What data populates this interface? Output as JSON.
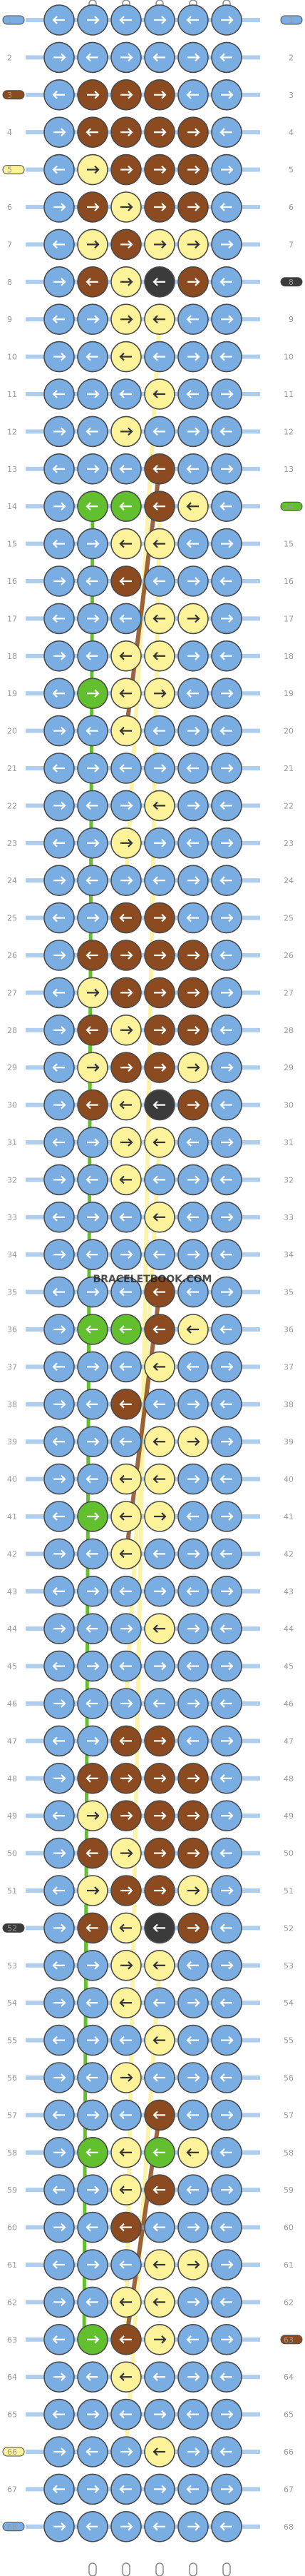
{
  "watermark": "BRACELETBOOK.COM",
  "colors": {
    "blue": "#7aaee2",
    "cream": "#fbf29a",
    "brown": "#8b4a1f",
    "green": "#62c02e",
    "dark": "#3b3b3b",
    "outline": "#4a4a4a"
  },
  "rows": {
    "first": 1,
    "last": 68
  },
  "left_strands": [
    {
      "row": 1,
      "color": "blue"
    },
    {
      "row": 3,
      "color": "brown"
    },
    {
      "row": 5,
      "color": "cream"
    },
    {
      "row": 52,
      "color": "dark"
    },
    {
      "row": 66,
      "color": "cream"
    },
    {
      "row": 68,
      "color": "blue"
    }
  ],
  "right_strands": [
    {
      "row": 1,
      "color": "blue"
    },
    {
      "row": 8,
      "color": "dark"
    },
    {
      "row": 14,
      "color": "green"
    },
    {
      "row": 63,
      "color": "brown"
    }
  ],
  "knot_overrides": [
    {
      "row": 3,
      "col": 2,
      "color": "brown",
      "dir": "right"
    },
    {
      "row": 3,
      "col": 3,
      "color": "brown",
      "dir": "right"
    },
    {
      "row": 3,
      "col": 4,
      "color": "brown",
      "dir": "right"
    },
    {
      "row": 4,
      "col": 2,
      "color": "brown",
      "dir": "left"
    },
    {
      "row": 4,
      "col": 3,
      "color": "brown",
      "dir": "right"
    },
    {
      "row": 4,
      "col": 4,
      "color": "brown",
      "dir": "right"
    },
    {
      "row": 4,
      "col": 5,
      "color": "brown",
      "dir": "right"
    },
    {
      "row": 5,
      "col": 2,
      "color": "cream",
      "dir": "right"
    },
    {
      "row": 5,
      "col": 3,
      "color": "brown",
      "dir": "right"
    },
    {
      "row": 5,
      "col": 4,
      "color": "brown",
      "dir": "right"
    },
    {
      "row": 5,
      "col": 5,
      "color": "brown",
      "dir": "right"
    },
    {
      "row": 6,
      "col": 2,
      "color": "brown",
      "dir": "right"
    },
    {
      "row": 6,
      "col": 3,
      "color": "cream",
      "dir": "right"
    },
    {
      "row": 6,
      "col": 4,
      "color": "brown",
      "dir": "right"
    },
    {
      "row": 6,
      "col": 5,
      "color": "brown",
      "dir": "right"
    },
    {
      "row": 7,
      "col": 2,
      "color": "cream",
      "dir": "right"
    },
    {
      "row": 7,
      "col": 3,
      "color": "brown",
      "dir": "right"
    },
    {
      "row": 7,
      "col": 4,
      "color": "cream",
      "dir": "right"
    },
    {
      "row": 7,
      "col": 5,
      "color": "cream",
      "dir": "right"
    },
    {
      "row": 8,
      "col": 2,
      "color": "brown",
      "dir": "left"
    },
    {
      "row": 8,
      "col": 3,
      "color": "cream",
      "dir": "right"
    },
    {
      "row": 8,
      "col": 4,
      "color": "dark",
      "dir": "left"
    },
    {
      "row": 8,
      "col": 5,
      "color": "brown",
      "dir": "right"
    },
    {
      "row": 9,
      "col": 3,
      "color": "cream",
      "dir": "right"
    },
    {
      "row": 9,
      "col": 4,
      "color": "cream",
      "dir": "left"
    },
    {
      "row": 10,
      "col": 3,
      "color": "cream",
      "dir": "left"
    },
    {
      "row": 11,
      "col": 4,
      "color": "cream",
      "dir": "left"
    },
    {
      "row": 12,
      "col": 3,
      "color": "cream",
      "dir": "right"
    },
    {
      "row": 13,
      "col": 4,
      "color": "brown",
      "dir": "left"
    },
    {
      "row": 14,
      "col": 2,
      "color": "green",
      "dir": "left"
    },
    {
      "row": 14,
      "col": 3,
      "color": "green",
      "dir": "left"
    },
    {
      "row": 14,
      "col": 4,
      "color": "brown",
      "dir": "left"
    },
    {
      "row": 14,
      "col": 5,
      "color": "cream",
      "dir": "left"
    },
    {
      "row": 15,
      "col": 3,
      "color": "cream",
      "dir": "left"
    },
    {
      "row": 15,
      "col": 4,
      "color": "cream",
      "dir": "left"
    },
    {
      "row": 16,
      "col": 3,
      "color": "brown",
      "dir": "left"
    },
    {
      "row": 17,
      "col": 4,
      "color": "cream",
      "dir": "left"
    },
    {
      "row": 17,
      "col": 5,
      "color": "cream",
      "dir": "right"
    },
    {
      "row": 18,
      "col": 3,
      "color": "cream",
      "dir": "left"
    },
    {
      "row": 18,
      "col": 4,
      "color": "cream",
      "dir": "left"
    },
    {
      "row": 19,
      "col": 2,
      "color": "green",
      "dir": "right"
    },
    {
      "row": 19,
      "col": 3,
      "color": "cream",
      "dir": "left"
    },
    {
      "row": 19,
      "col": 4,
      "color": "cream",
      "dir": "right"
    },
    {
      "row": 20,
      "col": 3,
      "color": "cream",
      "dir": "left"
    },
    {
      "row": 22,
      "col": 4,
      "color": "cream",
      "dir": "left"
    },
    {
      "row": 23,
      "col": 3,
      "color": "cream",
      "dir": "right"
    },
    {
      "row": 25,
      "col": 3,
      "color": "brown",
      "dir": "left"
    },
    {
      "row": 25,
      "col": 4,
      "color": "brown",
      "dir": "right"
    },
    {
      "row": 26,
      "col": 2,
      "color": "brown",
      "dir": "left"
    },
    {
      "row": 26,
      "col": 3,
      "color": "brown",
      "dir": "right"
    },
    {
      "row": 26,
      "col": 4,
      "color": "brown",
      "dir": "right"
    },
    {
      "row": 26,
      "col": 5,
      "color": "brown",
      "dir": "right"
    },
    {
      "row": 27,
      "col": 2,
      "color": "cream",
      "dir": "right"
    },
    {
      "row": 27,
      "col": 3,
      "color": "brown",
      "dir": "right"
    },
    {
      "row": 27,
      "col": 4,
      "color": "brown",
      "dir": "right"
    },
    {
      "row": 27,
      "col": 5,
      "color": "brown",
      "dir": "right"
    },
    {
      "row": 28,
      "col": 2,
      "color": "brown",
      "dir": "left"
    },
    {
      "row": 28,
      "col": 3,
      "color": "cream",
      "dir": "right"
    },
    {
      "row": 28,
      "col": 4,
      "color": "brown",
      "dir": "right"
    },
    {
      "row": 28,
      "col": 5,
      "color": "brown",
      "dir": "right"
    },
    {
      "row": 29,
      "col": 2,
      "color": "cream",
      "dir": "right"
    },
    {
      "row": 29,
      "col": 3,
      "color": "brown",
      "dir": "right"
    },
    {
      "row": 29,
      "col": 4,
      "color": "brown",
      "dir": "right"
    },
    {
      "row": 29,
      "col": 5,
      "color": "cream",
      "dir": "right"
    },
    {
      "row": 30,
      "col": 2,
      "color": "brown",
      "dir": "left"
    },
    {
      "row": 30,
      "col": 3,
      "color": "cream",
      "dir": "left"
    },
    {
      "row": 30,
      "col": 4,
      "color": "dark",
      "dir": "left"
    },
    {
      "row": 30,
      "col": 5,
      "color": "brown",
      "dir": "right"
    },
    {
      "row": 31,
      "col": 3,
      "color": "cream",
      "dir": "right"
    },
    {
      "row": 31,
      "col": 4,
      "color": "cream",
      "dir": "left"
    },
    {
      "row": 32,
      "col": 3,
      "color": "cream",
      "dir": "left"
    },
    {
      "row": 33,
      "col": 4,
      "color": "cream",
      "dir": "left"
    },
    {
      "row": 35,
      "col": 4,
      "color": "brown",
      "dir": "left"
    },
    {
      "row": 36,
      "col": 2,
      "color": "green",
      "dir": "left"
    },
    {
      "row": 36,
      "col": 3,
      "color": "green",
      "dir": "left"
    },
    {
      "row": 36,
      "col": 4,
      "color": "brown",
      "dir": "left"
    },
    {
      "row": 36,
      "col": 5,
      "color": "cream",
      "dir": "left"
    },
    {
      "row": 37,
      "col": 4,
      "color": "cream",
      "dir": "left"
    },
    {
      "row": 38,
      "col": 3,
      "color": "brown",
      "dir": "left"
    },
    {
      "row": 39,
      "col": 4,
      "color": "cream",
      "dir": "left"
    },
    {
      "row": 39,
      "col": 5,
      "color": "cream",
      "dir": "right"
    },
    {
      "row": 40,
      "col": 3,
      "color": "cream",
      "dir": "left"
    },
    {
      "row": 40,
      "col": 4,
      "color": "cream",
      "dir": "left"
    },
    {
      "row": 41,
      "col": 2,
      "color": "green",
      "dir": "right"
    },
    {
      "row": 41,
      "col": 3,
      "color": "cream",
      "dir": "left"
    },
    {
      "row": 41,
      "col": 4,
      "color": "cream",
      "dir": "right"
    },
    {
      "row": 42,
      "col": 3,
      "color": "cream",
      "dir": "left"
    },
    {
      "row": 44,
      "col": 4,
      "color": "cream",
      "dir": "left"
    },
    {
      "row": 47,
      "col": 3,
      "color": "brown",
      "dir": "left"
    },
    {
      "row": 47,
      "col": 4,
      "color": "brown",
      "dir": "right"
    },
    {
      "row": 48,
      "col": 2,
      "color": "brown",
      "dir": "left"
    },
    {
      "row": 48,
      "col": 3,
      "color": "brown",
      "dir": "right"
    },
    {
      "row": 48,
      "col": 4,
      "color": "brown",
      "dir": "right"
    },
    {
      "row": 48,
      "col": 5,
      "color": "brown",
      "dir": "right"
    },
    {
      "row": 49,
      "col": 2,
      "color": "cream",
      "dir": "right"
    },
    {
      "row": 49,
      "col": 3,
      "color": "brown",
      "dir": "right"
    },
    {
      "row": 49,
      "col": 4,
      "color": "brown",
      "dir": "right"
    },
    {
      "row": 49,
      "col": 5,
      "color": "brown",
      "dir": "right"
    },
    {
      "row": 50,
      "col": 2,
      "color": "brown",
      "dir": "left"
    },
    {
      "row": 50,
      "col": 3,
      "color": "cream",
      "dir": "right"
    },
    {
      "row": 50,
      "col": 4,
      "color": "brown",
      "dir": "right"
    },
    {
      "row": 50,
      "col": 5,
      "color": "brown",
      "dir": "right"
    },
    {
      "row": 51,
      "col": 2,
      "color": "cream",
      "dir": "right"
    },
    {
      "row": 51,
      "col": 3,
      "color": "brown",
      "dir": "right"
    },
    {
      "row": 51,
      "col": 4,
      "color": "brown",
      "dir": "right"
    },
    {
      "row": 51,
      "col": 5,
      "color": "cream",
      "dir": "right"
    },
    {
      "row": 52,
      "col": 2,
      "color": "brown",
      "dir": "left"
    },
    {
      "row": 52,
      "col": 3,
      "color": "cream",
      "dir": "left"
    },
    {
      "row": 52,
      "col": 4,
      "color": "dark",
      "dir": "left"
    },
    {
      "row": 52,
      "col": 5,
      "color": "brown",
      "dir": "right"
    },
    {
      "row": 53,
      "col": 3,
      "color": "cream",
      "dir": "right"
    },
    {
      "row": 53,
      "col": 4,
      "color": "cream",
      "dir": "left"
    },
    {
      "row": 54,
      "col": 3,
      "color": "cream",
      "dir": "left"
    },
    {
      "row": 55,
      "col": 4,
      "color": "cream",
      "dir": "left"
    },
    {
      "row": 56,
      "col": 3,
      "color": "cream",
      "dir": "right"
    },
    {
      "row": 57,
      "col": 4,
      "color": "brown",
      "dir": "left"
    },
    {
      "row": 58,
      "col": 2,
      "color": "green",
      "dir": "left"
    },
    {
      "row": 58,
      "col": 3,
      "color": "cream",
      "dir": "left"
    },
    {
      "row": 58,
      "col": 4,
      "color": "green",
      "dir": "left"
    },
    {
      "row": 58,
      "col": 5,
      "color": "cream",
      "dir": "left"
    },
    {
      "row": 59,
      "col": 3,
      "color": "cream",
      "dir": "left"
    },
    {
      "row": 59,
      "col": 4,
      "color": "brown",
      "dir": "left"
    },
    {
      "row": 60,
      "col": 3,
      "color": "brown",
      "dir": "left"
    },
    {
      "row": 61,
      "col": 4,
      "color": "cream",
      "dir": "left"
    },
    {
      "row": 61,
      "col": 5,
      "color": "cream",
      "dir": "right"
    },
    {
      "row": 62,
      "col": 3,
      "color": "cream",
      "dir": "left"
    },
    {
      "row": 62,
      "col": 4,
      "color": "cream",
      "dir": "left"
    },
    {
      "row": 63,
      "col": 2,
      "color": "green",
      "dir": "right"
    },
    {
      "row": 63,
      "col": 3,
      "color": "brown",
      "dir": "left"
    },
    {
      "row": 63,
      "col": 4,
      "color": "cream",
      "dir": "right"
    },
    {
      "row": 64,
      "col": 3,
      "color": "cream",
      "dir": "left"
    },
    {
      "row": 66,
      "col": 4,
      "color": "cream",
      "dir": "left"
    }
  ]
}
